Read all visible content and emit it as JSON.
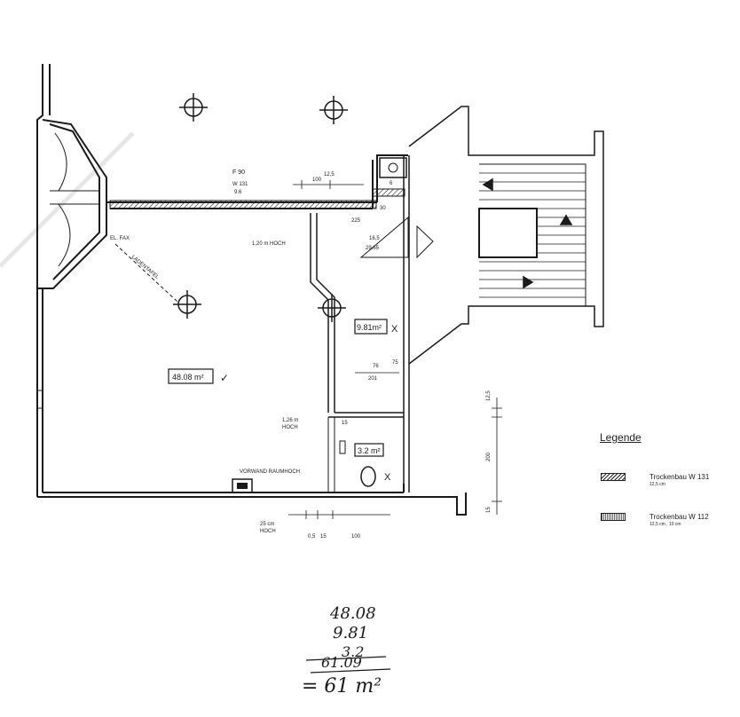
{
  "rooms": {
    "main": {
      "area": "48.08 m²",
      "check": "✓"
    },
    "hall": {
      "area": "9.81m²",
      "mark": "X"
    },
    "wc": {
      "area": "3.2 m²",
      "mark": "X"
    }
  },
  "labels": {
    "f90": "F 90",
    "w131": "W 131",
    "w131_sub": "9.6",
    "dim_100": "100",
    "dim_125": "12,5",
    "dim_225": "225",
    "dim_30": "30",
    "dim_6": "6",
    "h_120": "1,20 m  HOCH",
    "el_fax": "EL. FAX",
    "ladentafel": "LADENTAFEL",
    "dim_165": "16,5",
    "dim_2965": "29,65",
    "dim_76": "76",
    "dim_75": "75",
    "dim_201": "201",
    "h_126": "1,26 m",
    "h_126b": "HOCH",
    "dim_15": "15",
    "vorwand": "VORWAND RAUMHOCH",
    "h_25": "25 cm",
    "h_25b": "HOCH",
    "dim_05": "0,5",
    "dim_15b": "15",
    "dim_100b": "100",
    "dim_1225": "12,5",
    "dim_200": "200",
    "dim_15c": "15"
  },
  "legend": {
    "title": "Legende",
    "items": [
      {
        "label": "Trockenbau W 131",
        "sub": "12,5 cm"
      },
      {
        "label": "Trockenbau W 112",
        "sub": "12,5 cm ,  10 cm"
      }
    ]
  },
  "sum": {
    "line1": "48.08",
    "line2": "9.81",
    "line3": "3.2",
    "line4": "61.09",
    "total": "= 61 m²"
  }
}
